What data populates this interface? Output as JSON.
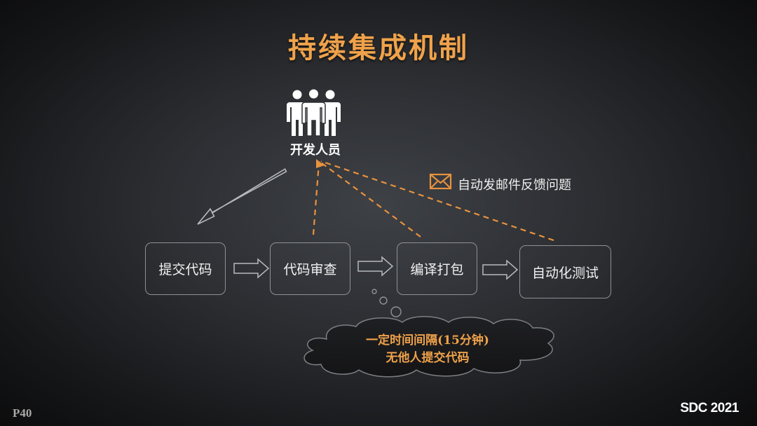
{
  "title": "持续集成机制",
  "developer": {
    "label": "开发人员",
    "icon": "people-group-icon"
  },
  "steps": [
    {
      "label": "提交代码"
    },
    {
      "label": "代码审查"
    },
    {
      "label": "编译打包"
    },
    {
      "label": "自动化测试"
    }
  ],
  "feedback": {
    "label": "自动发邮件反馈问题",
    "icon": "envelope-icon"
  },
  "trigger": {
    "line1": "一定时间间隔(15分钟)",
    "line2": "无他人提交代码"
  },
  "footer": {
    "page": "P40",
    "brand": "SDC 2021"
  },
  "colors": {
    "accent": "#f0a24a",
    "box_border": "#8e9095",
    "background": "#2b2d31"
  }
}
